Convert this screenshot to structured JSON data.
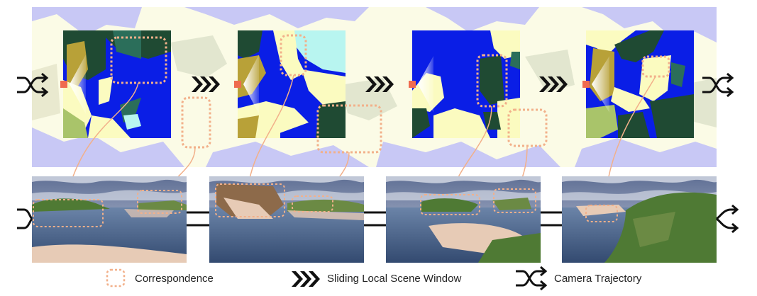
{
  "legend": {
    "correspondence": "Correspondence",
    "window": "Sliding Local Scene Window",
    "trajectory": "Camera Trajectory"
  },
  "colors": {
    "map_background_light": "#fbfbe6",
    "map_blue_region": "#c8c8f5",
    "semantic_blue": "#0a1ee6",
    "semantic_darkgreen": "#1f4a33",
    "semantic_olive": "#b8a138",
    "semantic_yellow": "#fbfbc0",
    "semantic_lightgreen": "#a9c46a",
    "semantic_cyan": "#b8f5f0",
    "semantic_teal": "#2b6e5a",
    "correspondence": "#f2b08a",
    "camera_marker": "#ef6b4f",
    "sky": "#8b97b8",
    "water": "#3e557a",
    "sand": "#e7cbb6",
    "vegetation": "#4f7a34"
  },
  "icons": {
    "window": "triple-chevron-right-icon",
    "trajectory": "shuffle-arrows-icon",
    "correspondence": "dotted-rounded-box-icon"
  }
}
